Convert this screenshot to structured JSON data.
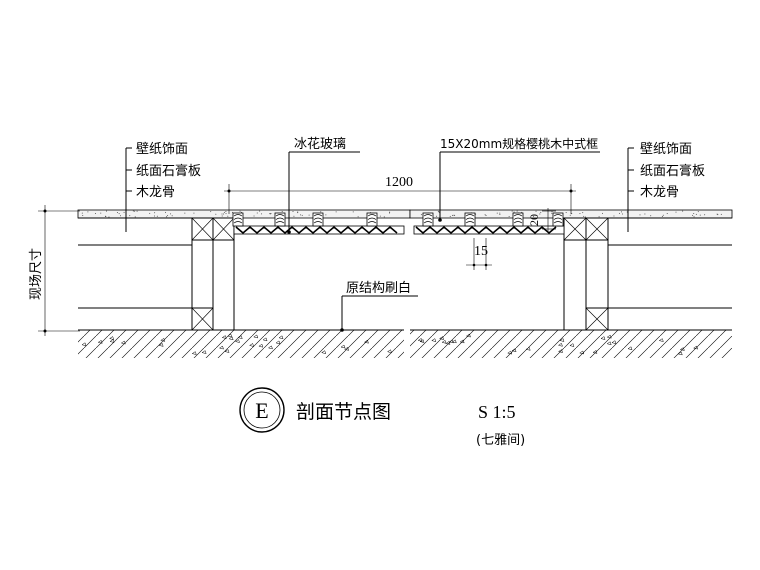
{
  "labels": {
    "left_stack": [
      "壁纸饰面",
      "纸面石膏板",
      "木龙骨"
    ],
    "right_stack": [
      "壁纸饰面",
      "纸面石膏板",
      "木龙骨"
    ],
    "ice_glass": "冰花玻璃",
    "frame_spec": "15X20mm规格樱桃木中式框",
    "original_structure": "原结构刷白",
    "site_size": "现场尺寸"
  },
  "dimensions": {
    "span": "1200",
    "frame_height": "20",
    "frame_width": "15"
  },
  "title_block": {
    "marker": "E",
    "title": "剖面节点图",
    "scale": "S 1:5",
    "room": "(七雅间)"
  }
}
